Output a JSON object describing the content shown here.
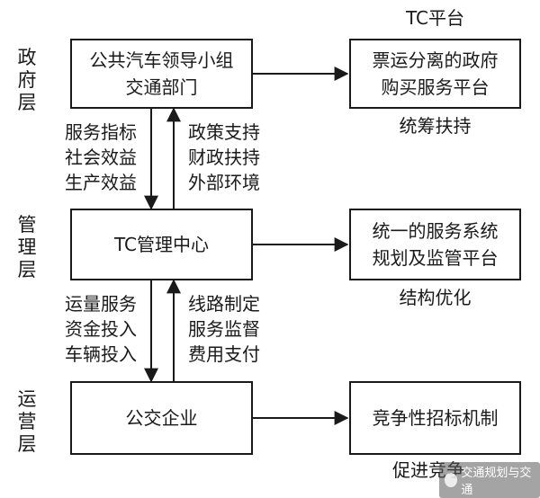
{
  "layers": {
    "gov": [
      "政",
      "府",
      "层"
    ],
    "mgmt": [
      "管",
      "理",
      "层"
    ],
    "ops": [
      "运",
      "营",
      "层"
    ]
  },
  "boxes": {
    "gov_left": [
      "公共汽车领导小组",
      "交通部门"
    ],
    "mgmt_left": [
      "TC管理中心"
    ],
    "ops_left": [
      "公交企业"
    ],
    "gov_right": [
      "票运分离的政府",
      "购买服务平台"
    ],
    "mgmt_right": [
      "统一的服务系统",
      "规划及监管平台"
    ],
    "ops_right": [
      "竞争性招标机制"
    ]
  },
  "labels": {
    "platform_title": "TC平台",
    "gov_caption": "统筹扶持",
    "mgmt_caption": "结构优化",
    "ops_caption": "促进竞争",
    "up_down_1_left": [
      "服务指标",
      "社会效益",
      "生产效益"
    ],
    "up_down_1_right": [
      "政策支持",
      "财政扶持",
      "外部环境"
    ],
    "up_down_2_left": [
      "运量服务",
      "资金投入",
      "车辆投入"
    ],
    "up_down_2_right": [
      "线路制定",
      "服务监督",
      "费用支付"
    ]
  },
  "watermark": {
    "text": "交通规划与交通"
  }
}
